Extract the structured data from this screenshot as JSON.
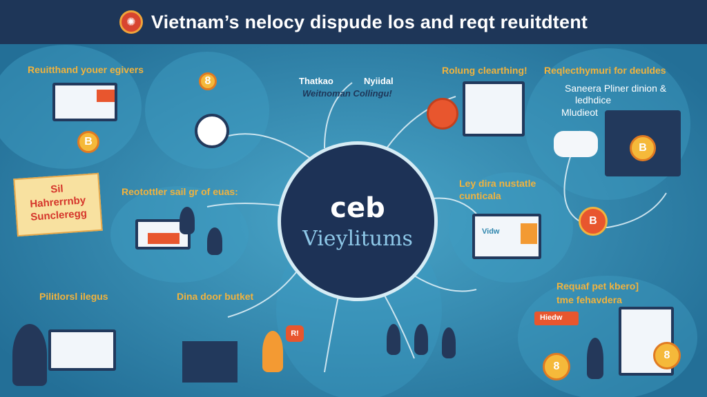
{
  "header": {
    "title": "Vietnam’s nelocy dispude los and reqt reuitdtent",
    "logo_icon": "badge-icon"
  },
  "center": {
    "line1": "ceb",
    "line2": "Vieylitums"
  },
  "labels": {
    "top_left": "Reuitthand youer egivers",
    "top_center_1": "Thatkao",
    "top_center_2": "Nyiidal",
    "top_center_3": "Weitnoman Collingu!",
    "top_mid_right": "Rolung clearthing!",
    "top_right": "Reqlecthymuri for deuldes",
    "right_sub1": "Saneera Pliner dinion &",
    "right_sub2": "ledhdice",
    "right_sub3": "Mludieot",
    "mid_left": "Reotottler sail gr of euas:",
    "mid_right_1": "Ley dira nustatle",
    "mid_right_2": "cunticala",
    "bottom_left": "Pilitlorsl ilegus",
    "bottom_mid": "Dina door butket",
    "bottom_right_1": "Requaf pet kbero]",
    "bottom_right_2": "tme fehavdera"
  },
  "note": {
    "l1": "Sil",
    "l2": "Hahrerrnby",
    "l3": "Suncleregg"
  },
  "screens": {
    "mid_right": "Vidw",
    "bottom_right_tag": "Hiedw",
    "bottom_mid_tag": "R!"
  },
  "coins": {
    "symbol": "B",
    "symbol2": "8"
  },
  "colors": {
    "header": "#1e3658",
    "background": "#2f86ad",
    "label": "#f2b33d",
    "accent": "#e8562e",
    "center": "#1d3256"
  }
}
